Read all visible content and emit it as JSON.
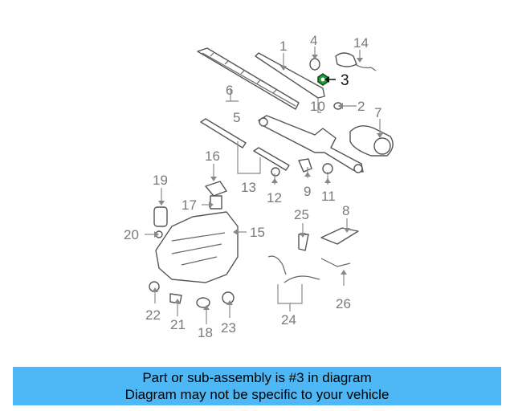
{
  "labels": {
    "p1": "1",
    "p2": "2",
    "p3": "3",
    "p4": "4",
    "p5": "5",
    "p6": "6",
    "p7": "7",
    "p8": "8",
    "p9": "9",
    "p10": "10",
    "p11": "11",
    "p12": "12",
    "p13": "13",
    "p14": "14",
    "p15": "15",
    "p16": "16",
    "p17": "17",
    "p18": "18",
    "p19": "19",
    "p20": "20",
    "p21": "21",
    "p22": "22",
    "p23": "23",
    "p24": "24",
    "p25": "25",
    "p26": "26"
  },
  "highlighted_part": "3",
  "banner": {
    "line1": "Part or sub-assembly is #3 in diagram",
    "line2": "Diagram may not be specific to your vehicle",
    "color": "#4db8f5"
  }
}
